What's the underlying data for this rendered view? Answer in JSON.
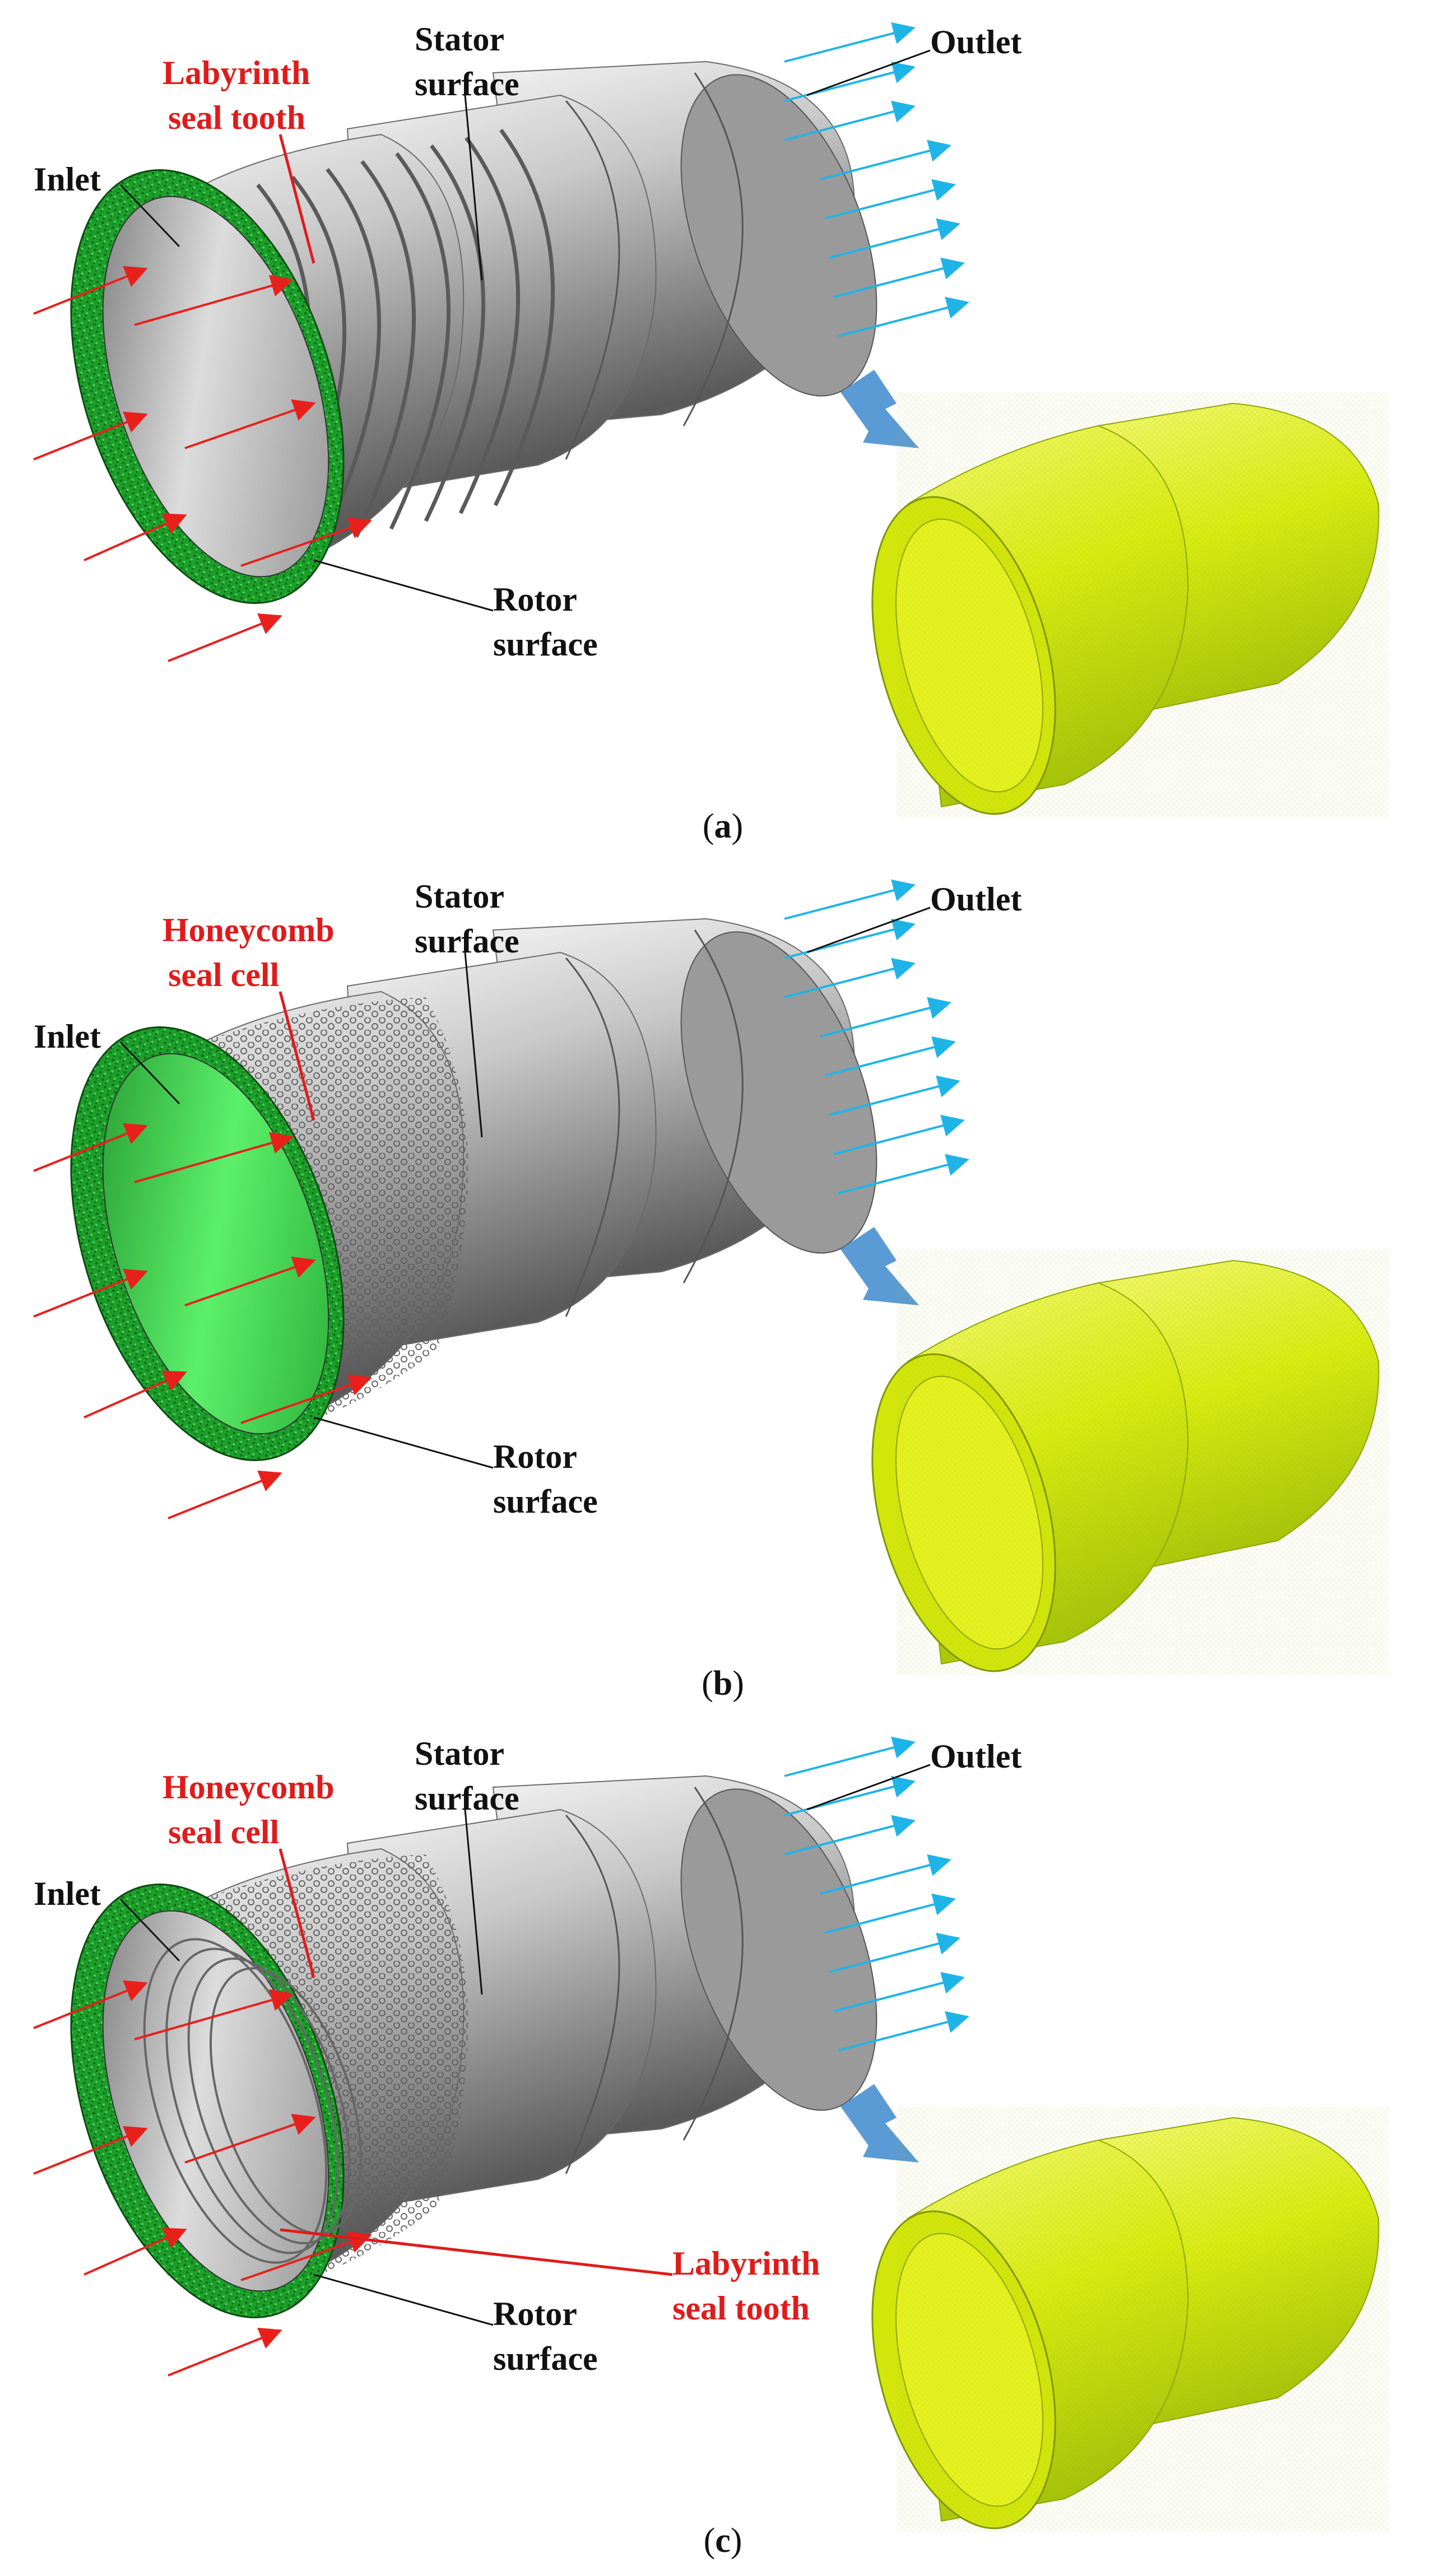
{
  "colors": {
    "inlet_arrow": "#e8201c",
    "outlet_arrow": "#1fb4e8",
    "transition_arrow": "#5b9bd5",
    "stator_body": "#a7a7a7",
    "rotor_ring": "#1c9e2a",
    "mesh": "#d8ec10",
    "highlight_label": "#e01b1b",
    "label": "#111111"
  },
  "panels": [
    {
      "caption_open": "(",
      "caption_letter": "a",
      "caption_close": ")",
      "labels": {
        "inlet": "Inlet",
        "outlet": "Outlet",
        "stator_line1": "Stator",
        "stator_line2": "surface",
        "rotor_line1": "Rotor",
        "rotor_line2": "surface",
        "seal1_line1": "Labyrinth",
        "seal1_line2": "seal tooth"
      }
    },
    {
      "caption_open": "(",
      "caption_letter": "b",
      "caption_close": ")",
      "labels": {
        "inlet": "Inlet",
        "outlet": "Outlet",
        "stator_line1": "Stator",
        "stator_line2": "surface",
        "rotor_line1": "Rotor",
        "rotor_line2": "surface",
        "seal1_line1": "Honeycomb",
        "seal1_line2": "seal cell"
      }
    },
    {
      "caption_open": "(",
      "caption_letter": "c",
      "caption_close": ")",
      "labels": {
        "inlet": "Inlet",
        "outlet": "Outlet",
        "stator_line1": "Stator",
        "stator_line2": "surface",
        "rotor_line1": "Rotor",
        "rotor_line2": "surface",
        "seal1_line1": "Honeycomb",
        "seal1_line2": "seal cell",
        "seal2_line1": "Labyrinth",
        "seal2_line2": "seal tooth"
      }
    }
  ]
}
